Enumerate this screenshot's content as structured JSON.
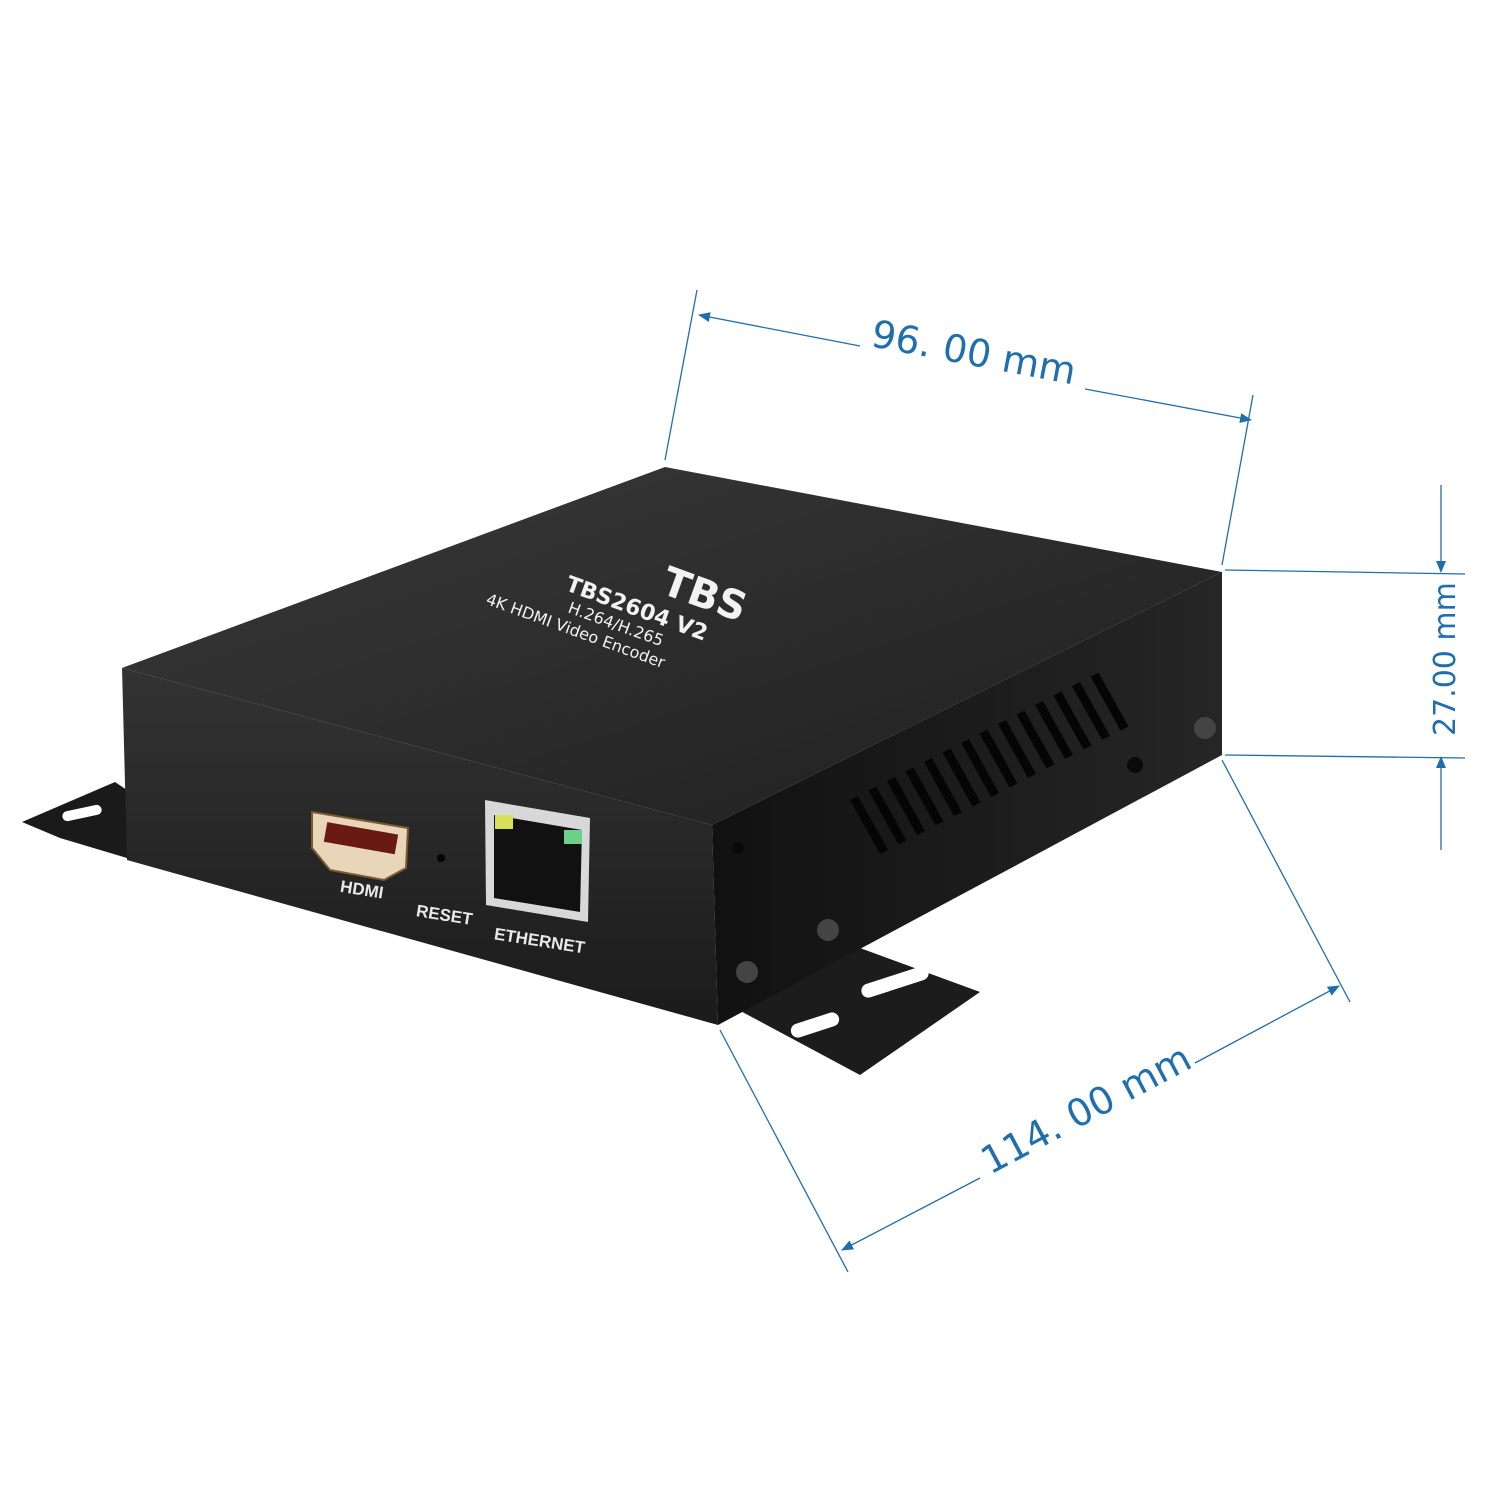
{
  "product": {
    "logo_text": "TBS",
    "model": "TBS2604 V2",
    "codec": "H.264/H.265",
    "description": "4K HDMI Video Encoder"
  },
  "ports": {
    "hdmi": "HDMI",
    "reset": "RESET",
    "ethernet": "ETHERNET"
  },
  "dimensions": {
    "width": "96. 00 mm",
    "height": "27.00 mm",
    "length": "114. 00 mm",
    "color": "#1f6fae"
  },
  "colors": {
    "body": "#222222",
    "led_left": "#d7e05a",
    "led_right": "#6fd08a"
  }
}
